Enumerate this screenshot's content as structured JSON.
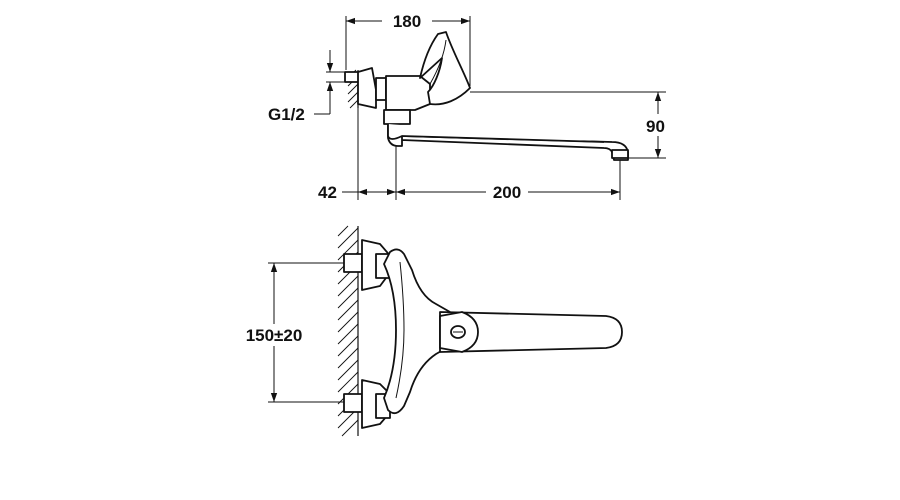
{
  "dimensions": {
    "top_width": "180",
    "thread": "G1/2",
    "height": "90",
    "wall_offset": "42",
    "spout_reach": "200",
    "inlet_spacing": "150±20"
  },
  "colors": {
    "line": "#111111",
    "background": "#ffffff"
  }
}
